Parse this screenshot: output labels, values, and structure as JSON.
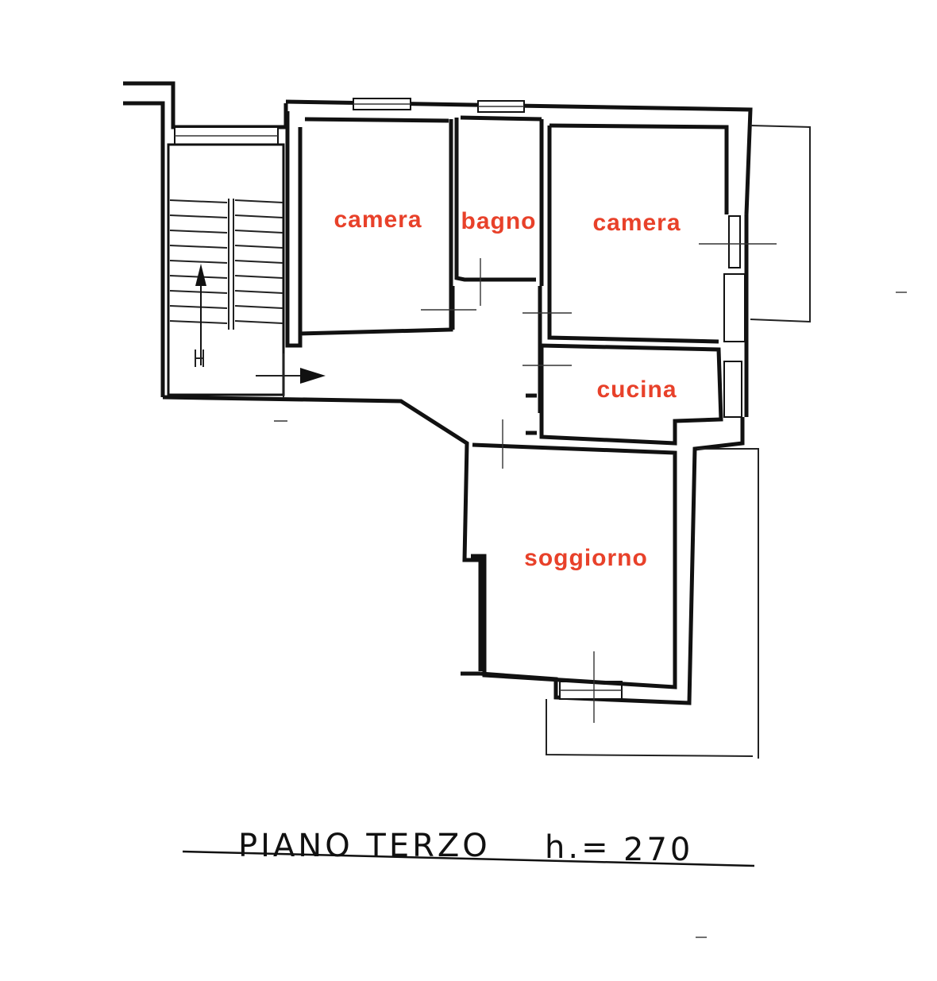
{
  "rooms": [
    {
      "id": "camera-1",
      "label": "camera"
    },
    {
      "id": "bagno",
      "label": "bagno"
    },
    {
      "id": "camera-2",
      "label": "camera"
    },
    {
      "id": "cucina",
      "label": "cucina"
    },
    {
      "id": "soggiorno",
      "label": "soggiorno"
    }
  ],
  "caption": {
    "floor": "PIANO TERZO",
    "height": "270"
  },
  "colors": {
    "label": "#e8412a",
    "line": "#111111",
    "background": "#ffffff"
  }
}
